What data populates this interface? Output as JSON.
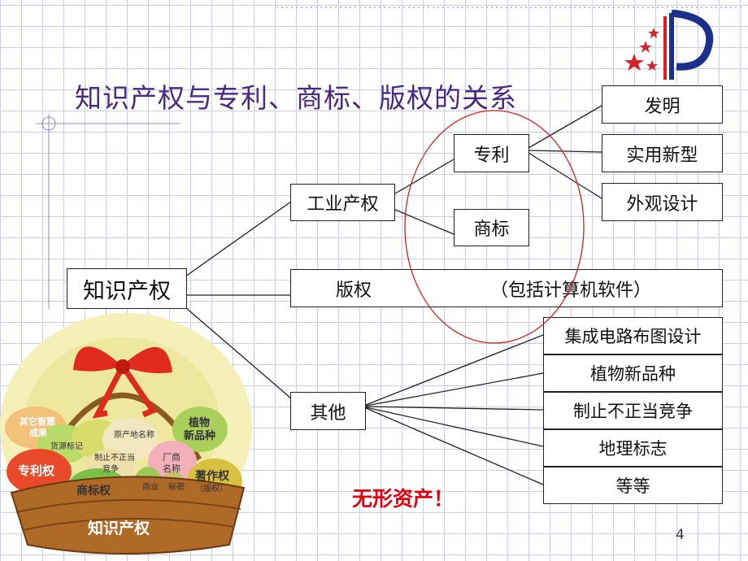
{
  "title": "知识产权与专利、商标、版权的关系",
  "nodes": {
    "root": "知识产权",
    "industrial": "工业产权",
    "patent": "专利",
    "trademark": "商标",
    "invention": "发明",
    "utility_model": "实用新型",
    "design": "外观设计",
    "copyright": "版权",
    "copyright_note": "（包括计算机软件）",
    "other": "其他",
    "ic_layout": "集成电路布图设计",
    "plant_variety": "植物新品种",
    "unfair_competition": "制止不正当竞争",
    "geo_mark": "地理标志",
    "etc": "等等"
  },
  "intangible_label": "无形资产！",
  "page_number": "4",
  "basket": {
    "base_label": "知识产权",
    "fruits": [
      "其它智慧成果",
      "货源标记",
      "原产地名称",
      "植物新品种",
      "专利权",
      "制止不正当竞争",
      "厂商名称",
      "商标权",
      "商业秘密",
      "著作权（版权）"
    ]
  },
  "colors": {
    "title": "#4a2a80",
    "grid": "#c7cee6",
    "ellipse": "#d02020",
    "intangible": "#e00010"
  }
}
